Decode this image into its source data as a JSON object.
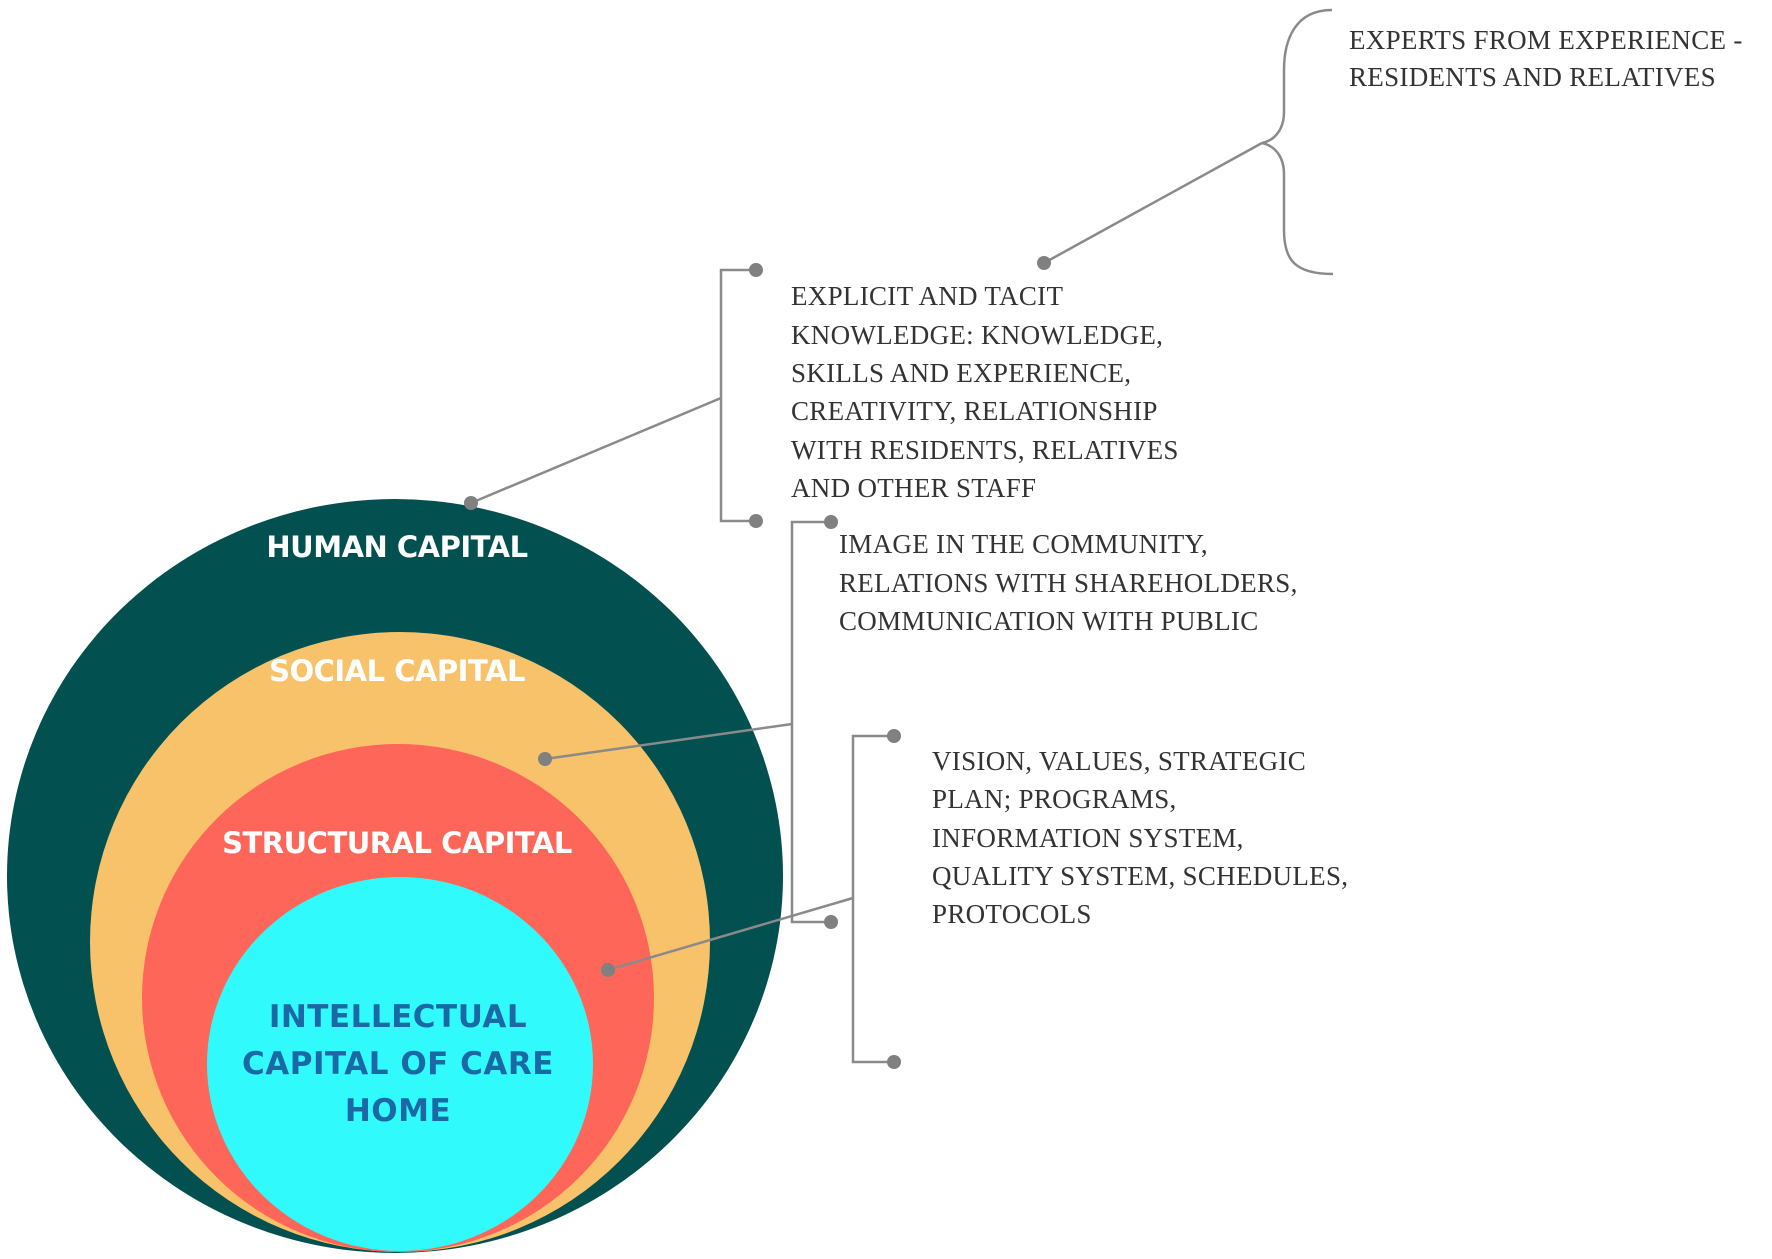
{
  "colors": {
    "human": "#02504f",
    "social": "#f7c26a",
    "structural": "#fe6659",
    "core": "#31fafd",
    "human_text": "#ffffff",
    "social_text": "#ffffff",
    "structural_text": "#ffffff",
    "core_text": "#1a68a4",
    "connector": "#8a8a8a",
    "dot": "#808080"
  },
  "rings": {
    "human": {
      "label": "HUMAN CAPITAL"
    },
    "social": {
      "label": "SOCIAL CAPITAL"
    },
    "structural": {
      "label": "STRUCTURAL CAPITAL"
    },
    "core": {
      "lines": [
        "INTELLECTUAL",
        "CAPITAL OF CARE",
        "HOME"
      ]
    }
  },
  "notes": {
    "experts": {
      "lines": [
        "EXPERTS FROM EXPERIENCE -",
        "RESIDENTS AND RELATIVES"
      ]
    },
    "human": {
      "lines": [
        "EXPLICIT AND TACIT",
        "KNOWLEDGE: KNOWLEDGE,",
        "SKILLS AND EXPERIENCE,",
        "CREATIVITY, RELATIONSHIP",
        "WITH RESIDENTS, RELATIVES",
        "AND OTHER STAFF"
      ]
    },
    "social": {
      "lines": [
        "IMAGE IN THE COMMUNITY,",
        "RELATIONS WITH SHAREHOLDERS,",
        "COMMUNICATION WITH PUBLIC"
      ]
    },
    "structural": {
      "lines": [
        "VISION, VALUES, STRATEGIC",
        "PLAN; PROGRAMS,",
        "INFORMATION SYSTEM,",
        "QUALITY SYSTEM, SCHEDULES,",
        "PROTOCOLS"
      ]
    }
  }
}
